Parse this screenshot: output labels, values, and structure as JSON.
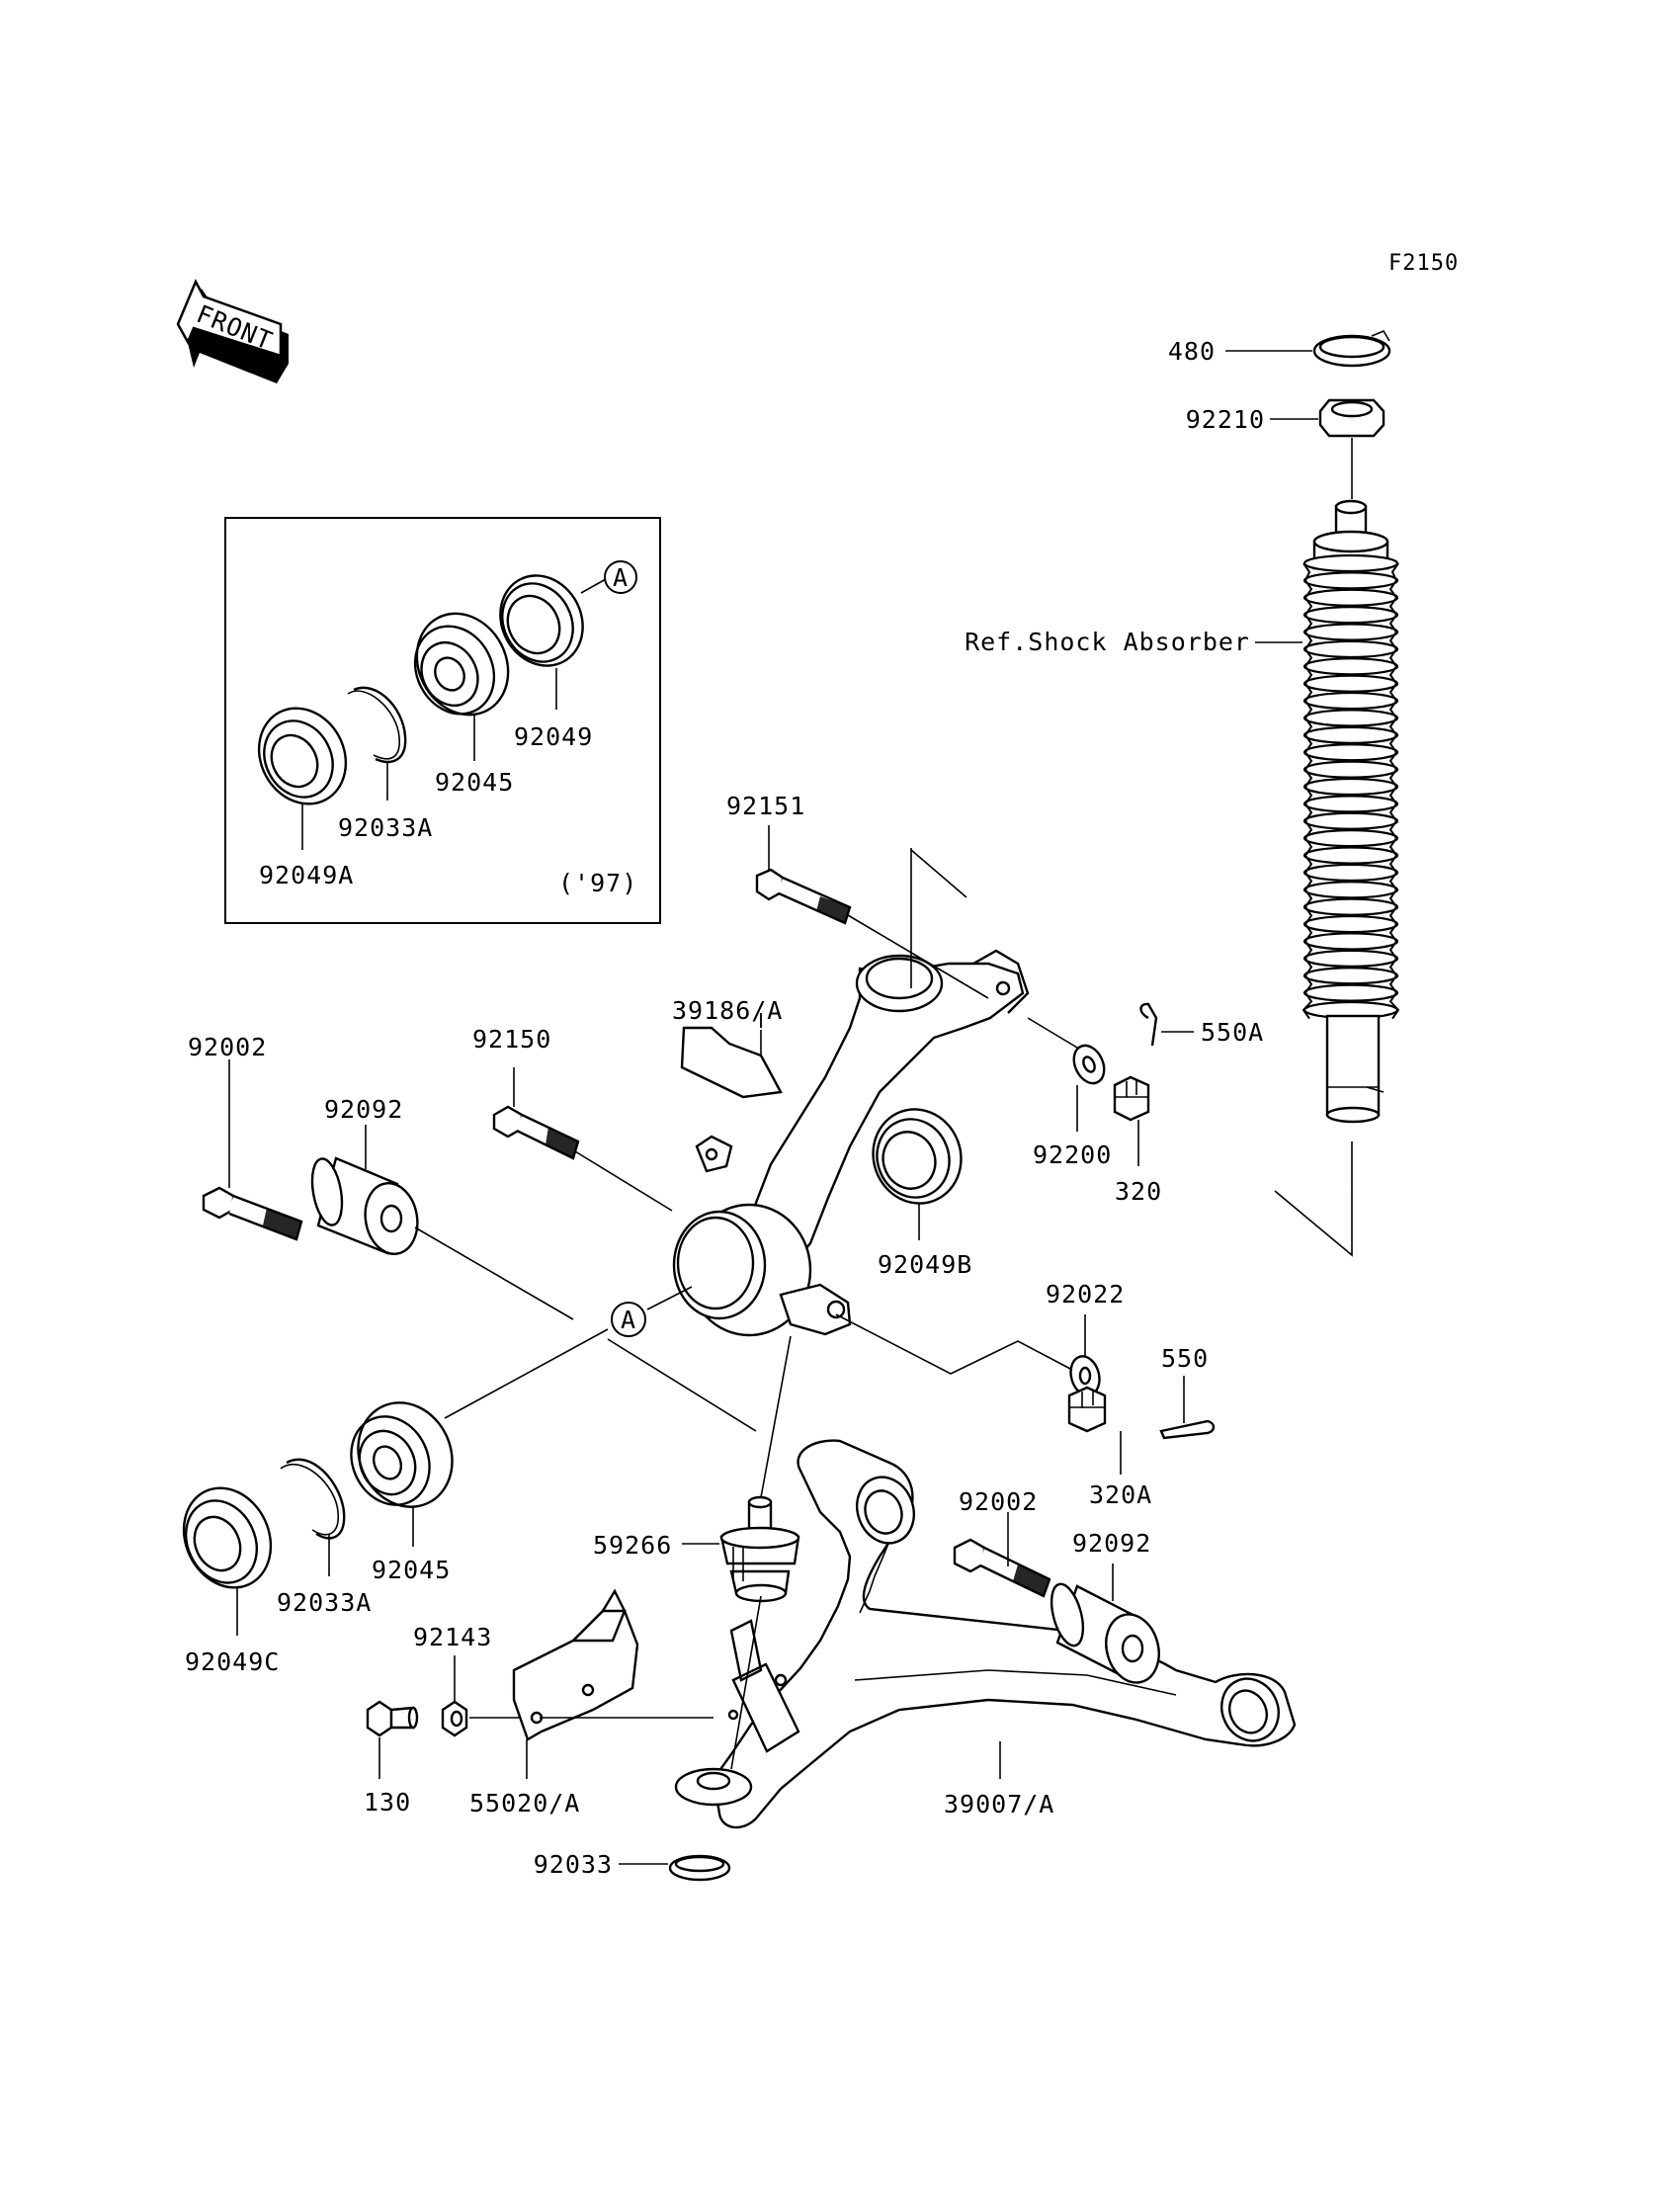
{
  "figure_code": "F2150",
  "front_label": "FRONT",
  "ref_label": "Ref.Shock Absorber",
  "inset_year": "('97)",
  "callout_letter": "A",
  "labels": {
    "p480": "480",
    "p92210": "92210",
    "p92049_inset": "92049",
    "p92045_inset": "92045",
    "p92033A_inset": "92033A",
    "p92049A": "92049A",
    "p92151": "92151",
    "p39186A": "39186/A",
    "p550A": "550A",
    "p92002_left": "92002",
    "p92150": "92150",
    "p92092_left": "92092",
    "p92200": "92200",
    "p320": "320",
    "p92049B": "92049B",
    "p92022": "92022",
    "p550": "550",
    "p320A": "320A",
    "p92002_right": "92002",
    "p92092_right": "92092",
    "p59266": "59266",
    "p92045": "92045",
    "p92033A": "92033A",
    "p92049C": "92049C",
    "p92143": "92143",
    "p130": "130",
    "p55020A": "55020/A",
    "p39007A": "39007/A",
    "p92033": "92033"
  },
  "colors": {
    "ink": "#000000",
    "paper": "#ffffff"
  }
}
